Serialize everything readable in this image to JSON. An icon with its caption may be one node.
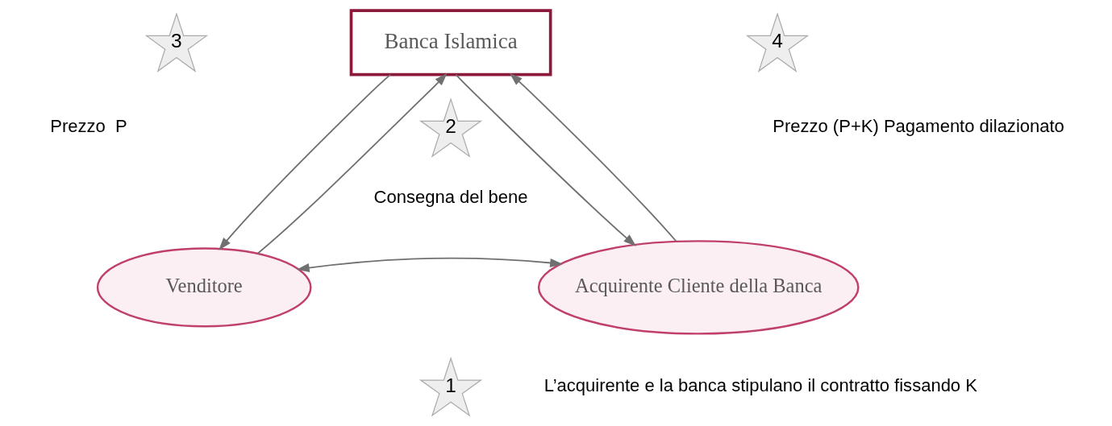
{
  "diagram": {
    "nodes": [
      {
        "text": [
          "3"
        ],
        "beside": [
          "Prezzo  P"
        ]
      },
      {
        "text": [
          "Banca Islamica"
        ]
      },
      {
        "text": [
          "4"
        ],
        "beside": [
          "Prezzo (P+K) Pagamento dilazionato"
        ]
      },
      {
        "text": [
          "2"
        ],
        "beside": [
          "Consegna del bene"
        ]
      },
      {
        "text": [
          "Venditore"
        ]
      },
      {
        "text": [
          "Acquirente Cliente della Banca"
        ]
      },
      {
        "text": [
          "1"
        ],
        "beside": [
          "L’acquirente e la banca stipulano il contratto fissando K"
        ]
      }
    ],
    "edges": [
      {
        "from": 1,
        "to": 4,
        "arrow": "to"
      },
      {
        "from": 4,
        "to": 1,
        "arrow": "to"
      },
      {
        "from": 1,
        "to": 5,
        "arrow": "to"
      },
      {
        "from": 5,
        "to": 1,
        "arrow": "to"
      },
      {
        "from": 4,
        "to": 5,
        "arrow": "both"
      }
    ]
  }
}
